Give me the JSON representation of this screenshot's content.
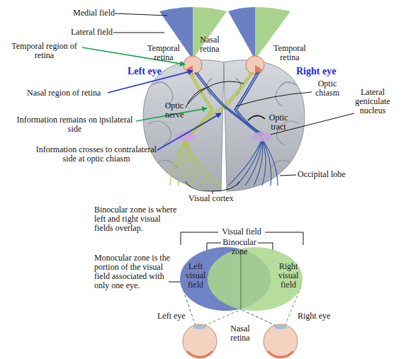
{
  "diagram": {
    "nodes": [
      {
        "text": [
          "Left visual field"
        ]
      },
      {
        "text": [
          "Right visual field"
        ]
      }
    ],
    "labels": [
      "Medial field",
      "Lateral field",
      "Temporal region of retina",
      "Temporal retina",
      "Nasal retina",
      "Temporal retina",
      "Left eye",
      "Right eye",
      "Nasal region of retina",
      "Optic nerve",
      "Optic chiasm",
      "Optic tract",
      "Lateral geniculate nucleus",
      "Information remains on ipsilateral side",
      "Information crosses to contralateral side at optic chiasm",
      "Occipital lobe",
      "Visual cortex",
      "Binocular zone is where left and right visual fields overlap.",
      "Visual field",
      "Binocular zone",
      "Monocular zone is the portion of the visual field associated with only one eye.",
      "Left eye",
      "Nasal retina",
      "Right eye"
    ]
  }
}
